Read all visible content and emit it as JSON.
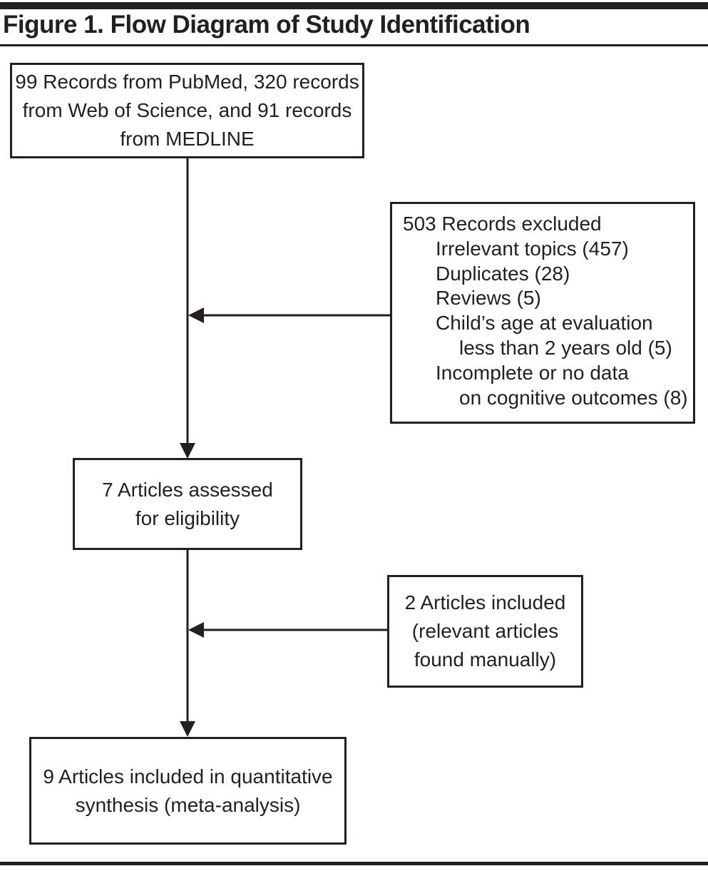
{
  "figure": {
    "title": "Figure 1. Flow Diagram of Study Identification",
    "ink_color": "#231f20",
    "background_color": "#ffffff",
    "boxes": {
      "records_identified": {
        "lines": [
          "99 Records from PubMed, 320 records",
          "from Web of Science, and 91 records",
          "from MEDLINE"
        ]
      },
      "records_excluded": {
        "lines": [
          "503 Records excluded",
          "Irrelevant topics (457)",
          "Duplicates (28)",
          "Reviews (5)",
          "Child’s age at evaluation",
          "less than 2 years old (5)",
          "Incomplete or no data",
          "on cognitive outcomes (8)"
        ]
      },
      "articles_assessed": {
        "lines": [
          "7 Articles assessed",
          "for eligibility"
        ]
      },
      "articles_included_manually": {
        "lines": [
          "2 Articles included",
          "(relevant articles",
          "found manually)"
        ]
      },
      "articles_in_synthesis": {
        "lines": [
          "9 Articles included in quantitative",
          "synthesis (meta-analysis)"
        ]
      }
    }
  }
}
